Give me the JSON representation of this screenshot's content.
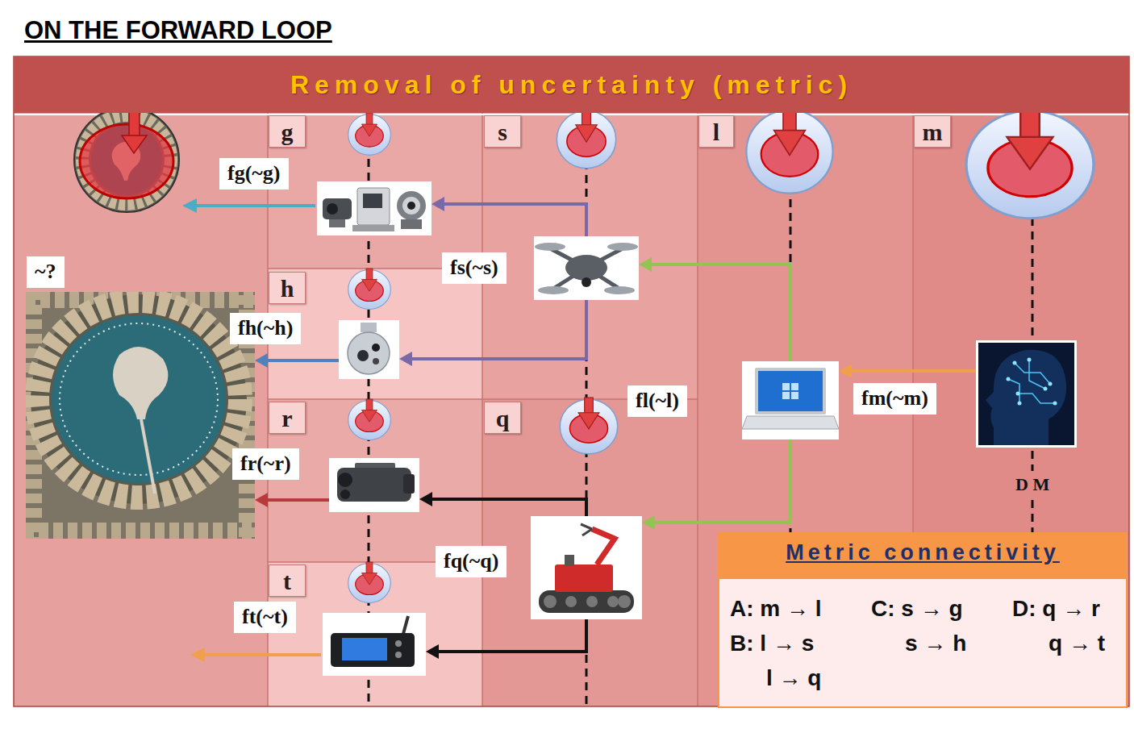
{
  "diagram": {
    "title": "ON THE FORWARD LOOP",
    "nodes": [
      {
        "text": [
          "Removal of uncertainty (metric)"
        ]
      },
      {
        "text": [
          "g"
        ]
      },
      {
        "text": [
          "s"
        ]
      },
      {
        "text": [
          "l"
        ]
      },
      {
        "text": [
          "m"
        ]
      },
      {
        "text": [
          "fg(~g)"
        ]
      },
      {
        "text": [
          "fs(~s)"
        ]
      },
      {
        "text": [
          "~?"
        ]
      },
      {
        "text": [
          "h"
        ]
      },
      {
        "text": [
          "fh(~h)"
        ]
      },
      {
        "text": [
          "fl(~l)"
        ]
      },
      {
        "text": [
          "fm(~m)"
        ]
      },
      {
        "text": [
          "r"
        ]
      },
      {
        "text": [
          "q"
        ]
      },
      {
        "text": [
          "fr(~r)"
        ]
      },
      {
        "text": [
          "fq(~q)"
        ]
      },
      {
        "text": [
          "t"
        ]
      },
      {
        "text": [
          "ft(~t)"
        ]
      },
      {
        "text": [
          "Metric connectivity",
          "A: m → l",
          "C: s → g",
          "D: q → r",
          "B: l → s",
          "s → h",
          "q → t",
          "l → q"
        ]
      }
    ],
    "edges": [
      {
        "from": 11,
        "to": 10,
        "arrow": "to"
      },
      {
        "from": 10,
        "to": 6,
        "arrow": "to"
      },
      {
        "from": 6,
        "to": 5,
        "arrow": "to"
      },
      {
        "from": 6,
        "to": 9,
        "arrow": "to"
      },
      {
        "from": 10,
        "to": 15,
        "arrow": "to"
      },
      {
        "from": 15,
        "to": 14,
        "arrow": "to"
      },
      {
        "from": 15,
        "to": 17,
        "arrow": "to"
      },
      {
        "from": 9,
        "to": 7,
        "arrow": "to"
      },
      {
        "from": 14,
        "to": 7,
        "arrow": "to"
      }
    ],
    "labels": [
      "D M"
    ]
  }
}
